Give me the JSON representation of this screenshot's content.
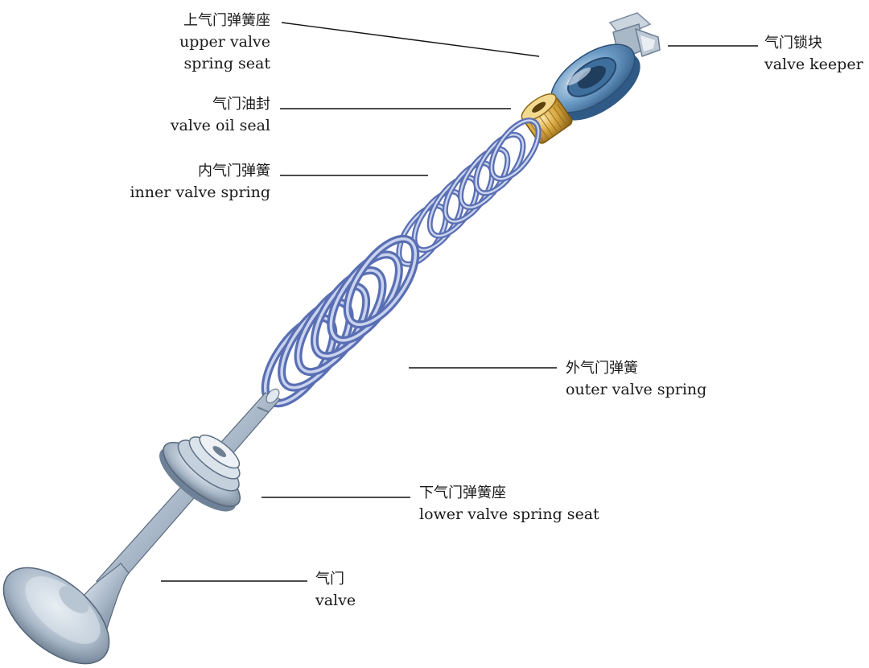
{
  "labels": {
    "upper_seat": {
      "cn": "上气门弹簧座",
      "en1": "upper valve",
      "en2": "spring seat"
    },
    "keeper": {
      "cn": "气门锁块",
      "en": "valve keeper"
    },
    "oil_seal": {
      "cn": "气门油封",
      "en": "valve oil seal"
    },
    "inner_spring": {
      "cn": "内气门弹簧",
      "en": "inner valve spring"
    },
    "outer_spring": {
      "cn": "外气门弹簧",
      "en": "outer valve spring"
    },
    "lower_seat": {
      "cn": "下气门弹簧座",
      "en": "lower valve spring seat"
    },
    "valve": {
      "cn": "气门",
      "en": "valve"
    }
  },
  "colors": {
    "steel_light": "#e6edf4",
    "steel_mid": "#9fb0c2",
    "steel_dark": "#55677d",
    "spring_blue": "#5a6fb3",
    "spring_light": "#c9d3ee",
    "seal_gold": "#d2a43a",
    "seat_blue": "#4f86b8"
  }
}
